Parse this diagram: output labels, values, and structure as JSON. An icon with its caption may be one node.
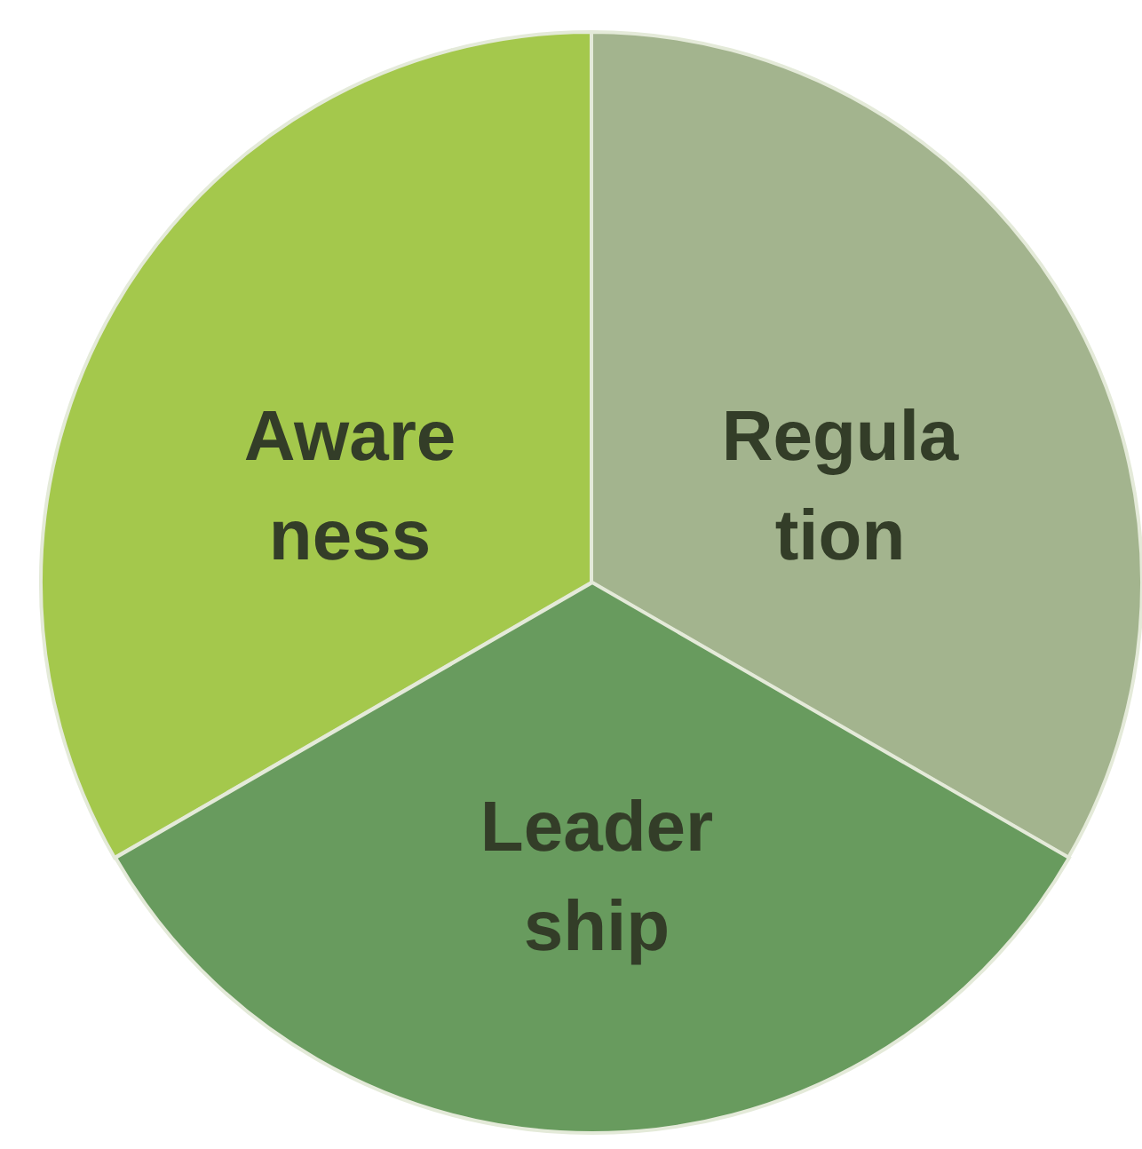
{
  "diagram": {
    "nodes": [
      {
        "text": [
          "Aware ness"
        ]
      },
      {
        "text": [
          "Regula tion"
        ]
      },
      {
        "text": [
          "Leader ship"
        ]
      }
    ]
  }
}
